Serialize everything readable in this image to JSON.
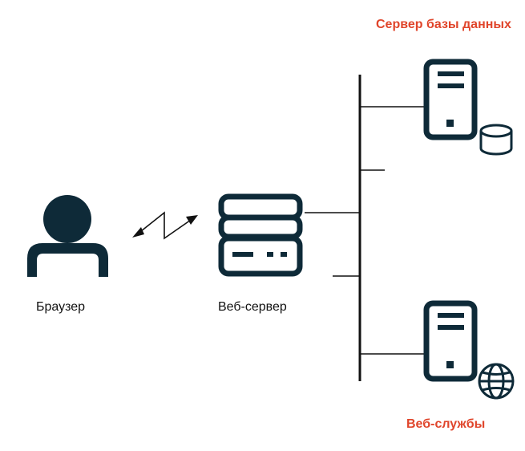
{
  "labels": {
    "browser": "Браузер",
    "web_server": "Веб-сервер",
    "db_server": "Сервер базы данных",
    "web_services": "Веб-службы"
  },
  "colors": {
    "icon": "#0e2a38",
    "line": "#111111",
    "accent": "#e0452b",
    "background": "#ffffff"
  },
  "icons": {
    "browser": "user-icon",
    "web_server": "server-stack-icon",
    "db_server": "server-tower-icon",
    "database": "database-icon",
    "web_services_server": "server-tower-icon",
    "globe": "globe-icon",
    "connection": "lightning-link-icon"
  }
}
